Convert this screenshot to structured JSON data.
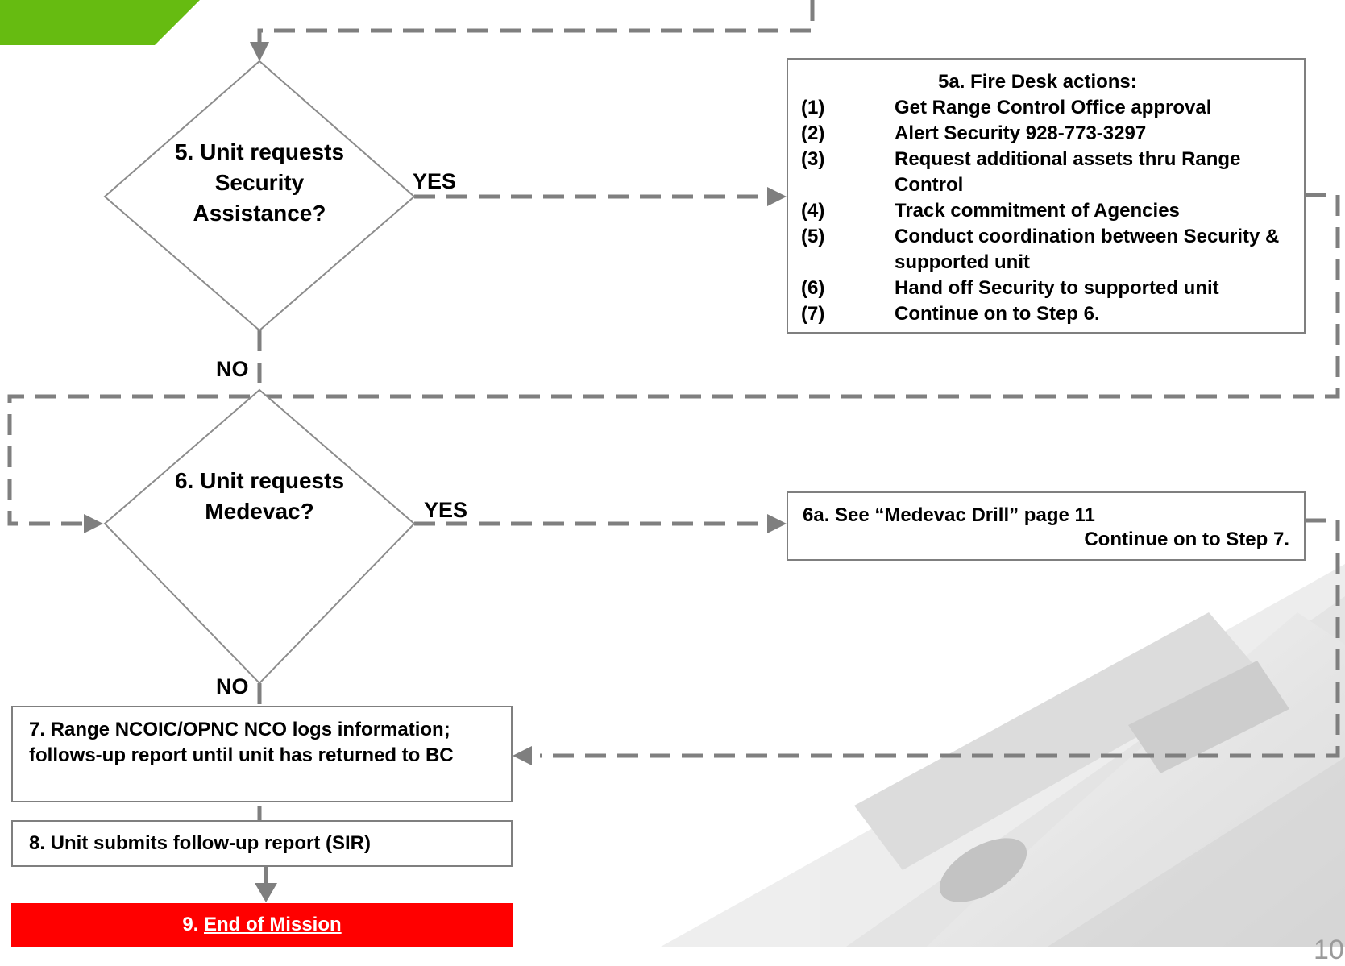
{
  "colors": {
    "connector": "#7f7f7f",
    "accent_green": "#66bb11",
    "end_box": "#ff0000"
  },
  "step5": {
    "text": "5.  Unit requests Security Assistance?"
  },
  "step5a": {
    "title": "5a. Fire Desk actions:",
    "items": [
      {
        "num": "(1)",
        "text": "Get Range Control Office approval"
      },
      {
        "num": "(2)",
        "text": "Alert Security 928-773-3297"
      },
      {
        "num": "(3)",
        "text": "Request additional assets thru Range Control"
      },
      {
        "num": "(4)",
        "text": "Track commitment of Agencies"
      },
      {
        "num": "(5)",
        "text": "Conduct coordination between Security & supported unit"
      },
      {
        "num": "(6)",
        "text": "Hand off Security to supported unit"
      },
      {
        "num": "(7)",
        "text": "Continue on to Step 6."
      }
    ]
  },
  "step6": {
    "text": "6.  Unit requests Medevac?"
  },
  "step6a": {
    "line1": "6a.  See “Medevac Drill” page 11",
    "line2": "Continue on to Step 7."
  },
  "labels": {
    "yes": "YES",
    "no": "NO"
  },
  "step7": {
    "text": "7.  Range NCOIC/OPNC NCO logs information; follows-up report until unit has returned to BC"
  },
  "step8": {
    "text": "8.  Unit submits follow-up report (SIR)"
  },
  "step9": {
    "prefix": "9. ",
    "link": "End of Mission"
  },
  "page_number": "10"
}
